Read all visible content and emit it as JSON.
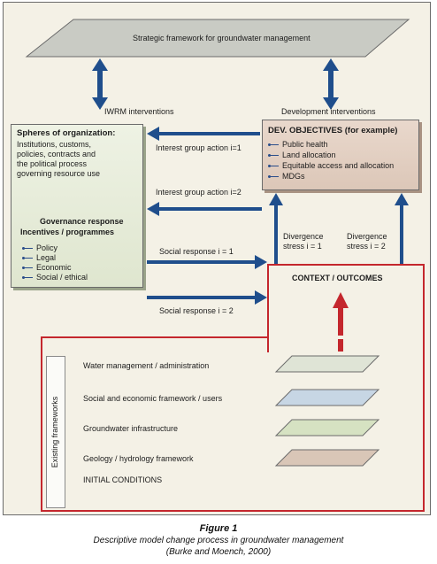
{
  "strategic": {
    "label": "Strategic framework for groundwater management"
  },
  "interventions": {
    "iwrm": "IWRM interventions",
    "development": "Development interventions"
  },
  "left_box": {
    "title": "Spheres of organization:",
    "body": [
      "Institutions, customs,",
      "policies, contracts and",
      "the political process",
      "governing resource use"
    ],
    "governance_title": "Governance response",
    "governance_subtitle": "Incentives / programmes",
    "items": [
      "Policy",
      "Legal",
      "Economic",
      "Social / ethical"
    ]
  },
  "dev_box": {
    "title": "DEV. OBJECTIVES (for example)",
    "items": [
      "Public health",
      "Land allocation",
      "Equitable access and allocation",
      "MDGs"
    ]
  },
  "flows": {
    "interest_1": "Interest group action i=1",
    "interest_2": "Interest group action i=2",
    "social_1": "Social response i = 1",
    "social_2": "Social response i = 2",
    "divergence_1_a": "Divergence",
    "divergence_1_b": "stress i = 1",
    "divergence_2_a": "Divergence",
    "divergence_2_b": "stress i = 2"
  },
  "context": {
    "title": "CONTEXT / OUTCOMES"
  },
  "existing": {
    "tab_label": "Existing frameworks",
    "layers": [
      {
        "label": "Water management / administration",
        "color": "#dfe4d6"
      },
      {
        "label": "Social and economic framework / users",
        "color": "#c7d6e4"
      },
      {
        "label": "Groundwater infrastructure",
        "color": "#d6e2c2"
      },
      {
        "label": "Geology / hydrology framework",
        "color": "#d9c6b7"
      }
    ],
    "initial": "INITIAL CONDITIONS"
  },
  "caption": {
    "title": "Figure 1",
    "line1": "Descriptive model change process in groundwater management",
    "line2": "(Burke and Moench, 2000)"
  },
  "colors": {
    "arrow_blue": "#1f4e8c",
    "red": "#c4272d",
    "frame_bg": "#f4f1e6"
  }
}
